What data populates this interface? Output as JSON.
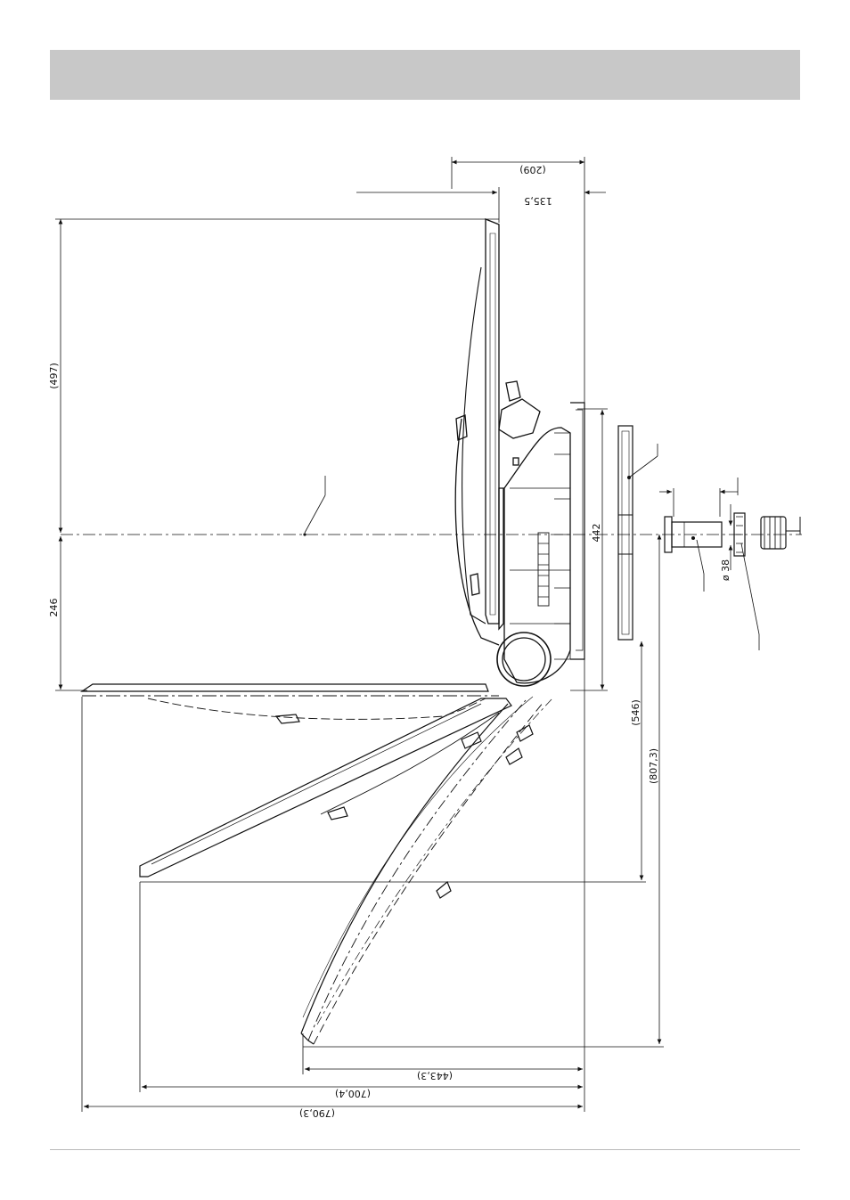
{
  "drawing": {
    "dimensions": {
      "top_width": "(209)",
      "top_offset": "135,5",
      "left_height_upper": "(497)",
      "left_height_lower": "246",
      "plate_height": "442",
      "rise_open": "(546)",
      "rise_full": "(807,3)",
      "pin_diameter": "ø 38",
      "depth_short": "(443,3)",
      "depth_mid": "(700,4)",
      "depth_long": "(790,3)"
    },
    "colors": {
      "header_band": "#c8c8c8",
      "lines": "#111111"
    }
  }
}
